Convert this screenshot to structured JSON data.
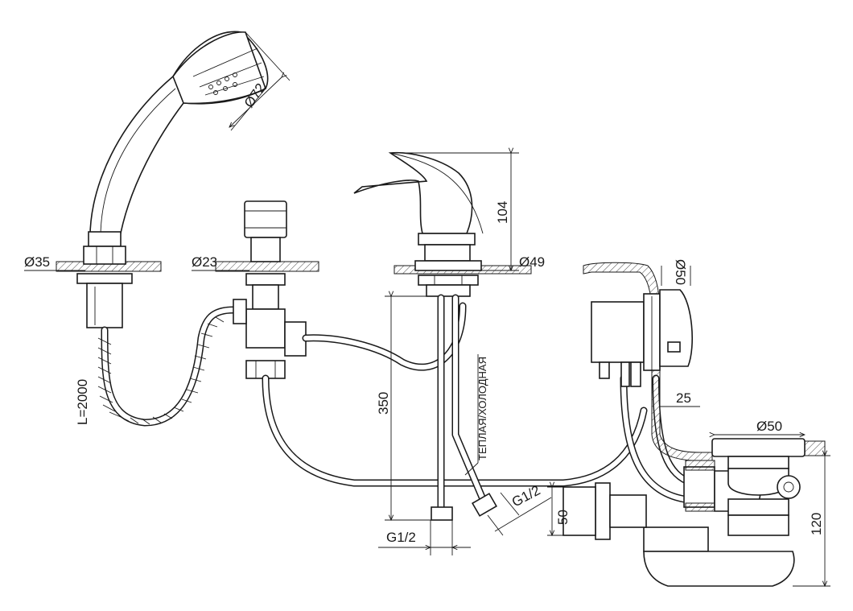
{
  "labels": {
    "d_showerhead": "Ø72",
    "d_handshower": "Ø35",
    "d_diverter": "Ø23",
    "d_mixer": "Ø49",
    "d_overflow": "Ø50",
    "d_drain": "Ø50",
    "h_mixer": "104",
    "h_pipes": "350",
    "hose_length": "L=2000",
    "supply_text": "ТЕПЛАЯ/ХОЛОДНАЯ",
    "thread_1": "G1/2",
    "thread_2": "G1/2",
    "dim_50": "50",
    "dim_25": "25",
    "dim_120": "120"
  }
}
